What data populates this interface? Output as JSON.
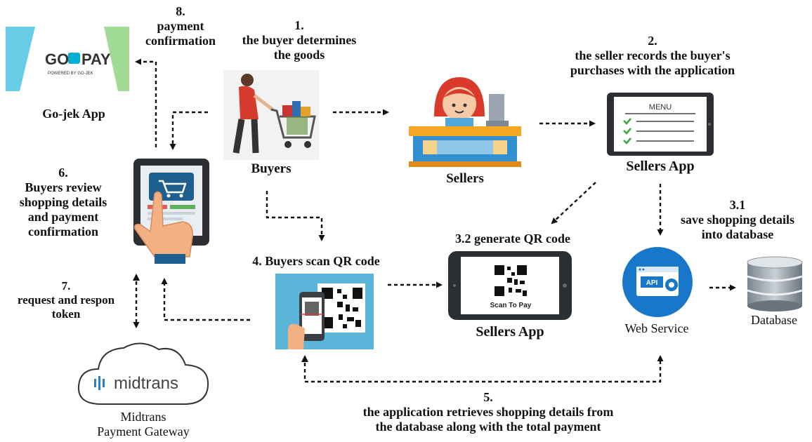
{
  "steps": {
    "s1": {
      "num": "1.",
      "line1": "the buyer determines",
      "line2": "the goods"
    },
    "s2": {
      "num": "2.",
      "line1": "the seller records the buyer's",
      "line2": "purchases with the application"
    },
    "s31": {
      "num": "3.1",
      "line1": "save shopping details",
      "line2": "into database"
    },
    "s32": {
      "text": "3.2  generate QR code"
    },
    "s4": {
      "text": "4.  Buyers scan QR code"
    },
    "s5": {
      "num": "5.",
      "line1": "the application retrieves shopping details from",
      "line2": "the database along with the total payment"
    },
    "s6": {
      "num": "6.",
      "line1": "Buyers review",
      "line2": "shopping details",
      "line3": "and payment",
      "line4": "confirmation"
    },
    "s7": {
      "num": "7.",
      "line1": "request and respon",
      "line2": "token"
    },
    "s8": {
      "num": "8.",
      "line1": "payment",
      "line2": "confirmation"
    }
  },
  "nodes": {
    "gojek_app": "Go-jek App",
    "buyers": "Buyers",
    "sellers": "Sellers",
    "sellers_app_top": "Sellers App",
    "sellers_app_bottom": "Sellers App",
    "web_service": "Web Service",
    "database": "Database",
    "midtrans_line1": "Midtrans",
    "midtrans_line2": "Payment Gateway"
  },
  "logos": {
    "gopay": "GO PAY",
    "gopay_sub": "POWERED BY GO-JEK",
    "midtrans": "midtrans"
  },
  "screens": {
    "menu": "MENU",
    "scan_to_pay": "Scan To Pay",
    "api": "API"
  },
  "colors": {
    "arrow": "#111111",
    "gopay_blue": "#00aed6",
    "webservice_blue": "#1877c9",
    "qr_bg": "#5ab5d8",
    "device_dark": "#2b2f33"
  }
}
